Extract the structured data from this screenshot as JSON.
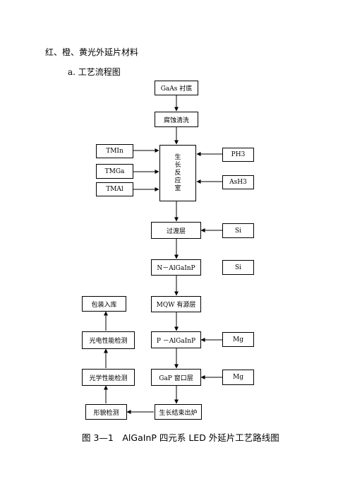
{
  "heading": "红、橙、黄光外延片材料",
  "subheading": "a. 工艺流程图",
  "caption": "图 3—1　AlGaInP 四元系 LED 外延片工艺路线图",
  "flow": {
    "substrate": "GaAs 衬底",
    "etch_clean": "腐蚀清洗",
    "reactor": "生长反应室",
    "transition_layer": "过渡层",
    "n_algainp": "N－AlGaInP",
    "mqw": "MQW 有源层",
    "p_algainp": "P －AlGaInP",
    "gap_window": "GaP 窗口层",
    "growth_end": "生长结束出炉"
  },
  "sources": {
    "tmin": "TMIn",
    "tmga": "TMGa",
    "tmal": "TMAl",
    "ph3": "PH3",
    "ash3": "AsH3",
    "si_1": "Si",
    "si_2": "Si",
    "mg_1": "Mg",
    "mg_2": "Mg"
  },
  "inspection": {
    "morphology": "形貌检测",
    "optical": "光学性能检测",
    "electro_optical": "光电性能检测",
    "packaging": "包装入库"
  }
}
